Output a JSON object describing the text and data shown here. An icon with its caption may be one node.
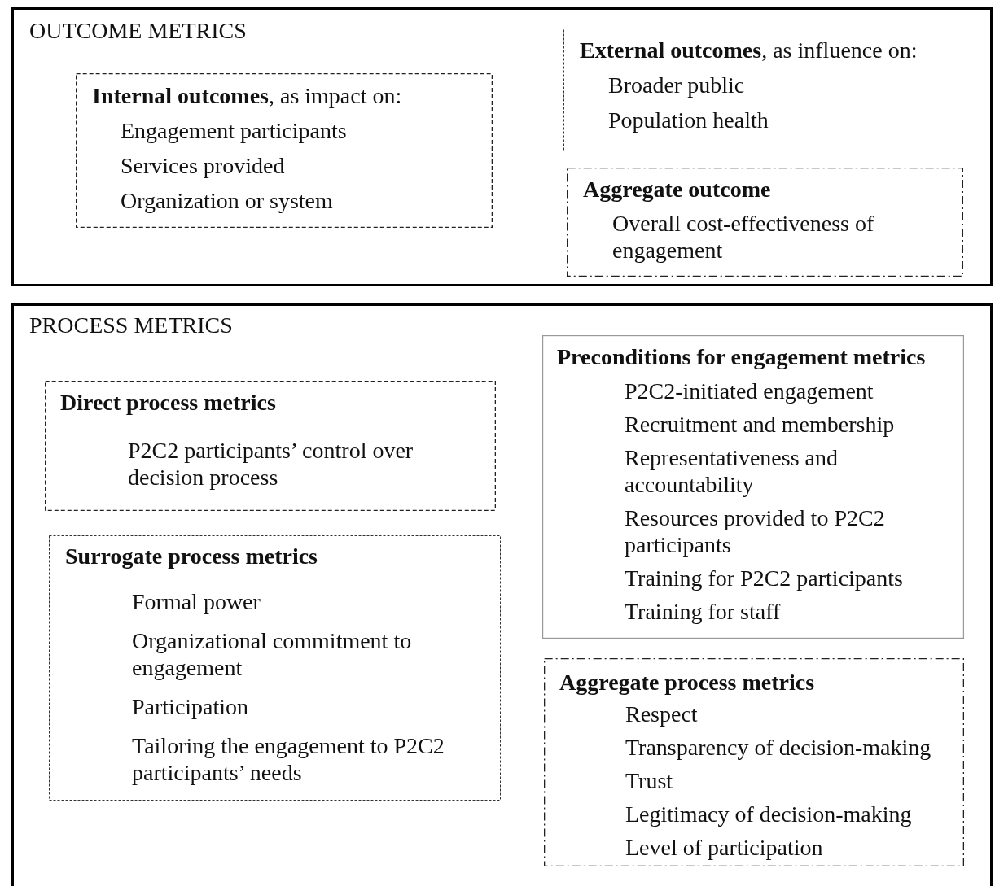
{
  "diagram": {
    "nodes": [
      {
        "text": [
          "OUTCOME METRICS"
        ]
      },
      {
        "text": [
          "**Internal outcomes**, as impact on:",
          "Engagement participants",
          "Services provided",
          "Organization or system"
        ],
        "in": 0
      },
      {
        "text": [
          "**External outcomes**, as influence on:",
          "Broader public",
          "Population health"
        ],
        "in": 0
      },
      {
        "text": [
          "Aggregate outcome",
          "Overall cost-effectiveness of engagement"
        ],
        "in": 0
      },
      {
        "text": [
          "PROCESS METRICS"
        ]
      },
      {
        "text": [
          "Direct process metrics",
          "P2C2 participants’ control over decision process"
        ],
        "in": 4
      },
      {
        "text": [
          "Surrogate process metrics",
          "Formal power",
          "Organizational commitment to engagement",
          "Participation",
          "Tailoring the engagement to P2C2 participants’ needs"
        ],
        "in": 4
      },
      {
        "text": [
          "Preconditions for engagement metrics",
          "P2C2-initiated engagement",
          "Recruitment and membership",
          "Representativeness and accountability",
          "Resources provided to P2C2 participants",
          "Training for P2C2 participants",
          "Training for staff"
        ],
        "in": 4
      },
      {
        "text": [
          "Aggregate process metrics",
          "Respect",
          "Transparency of decision-making",
          "Trust",
          "Legitimacy of decision-making",
          "Level of participation"
        ],
        "in": 4
      }
    ]
  }
}
